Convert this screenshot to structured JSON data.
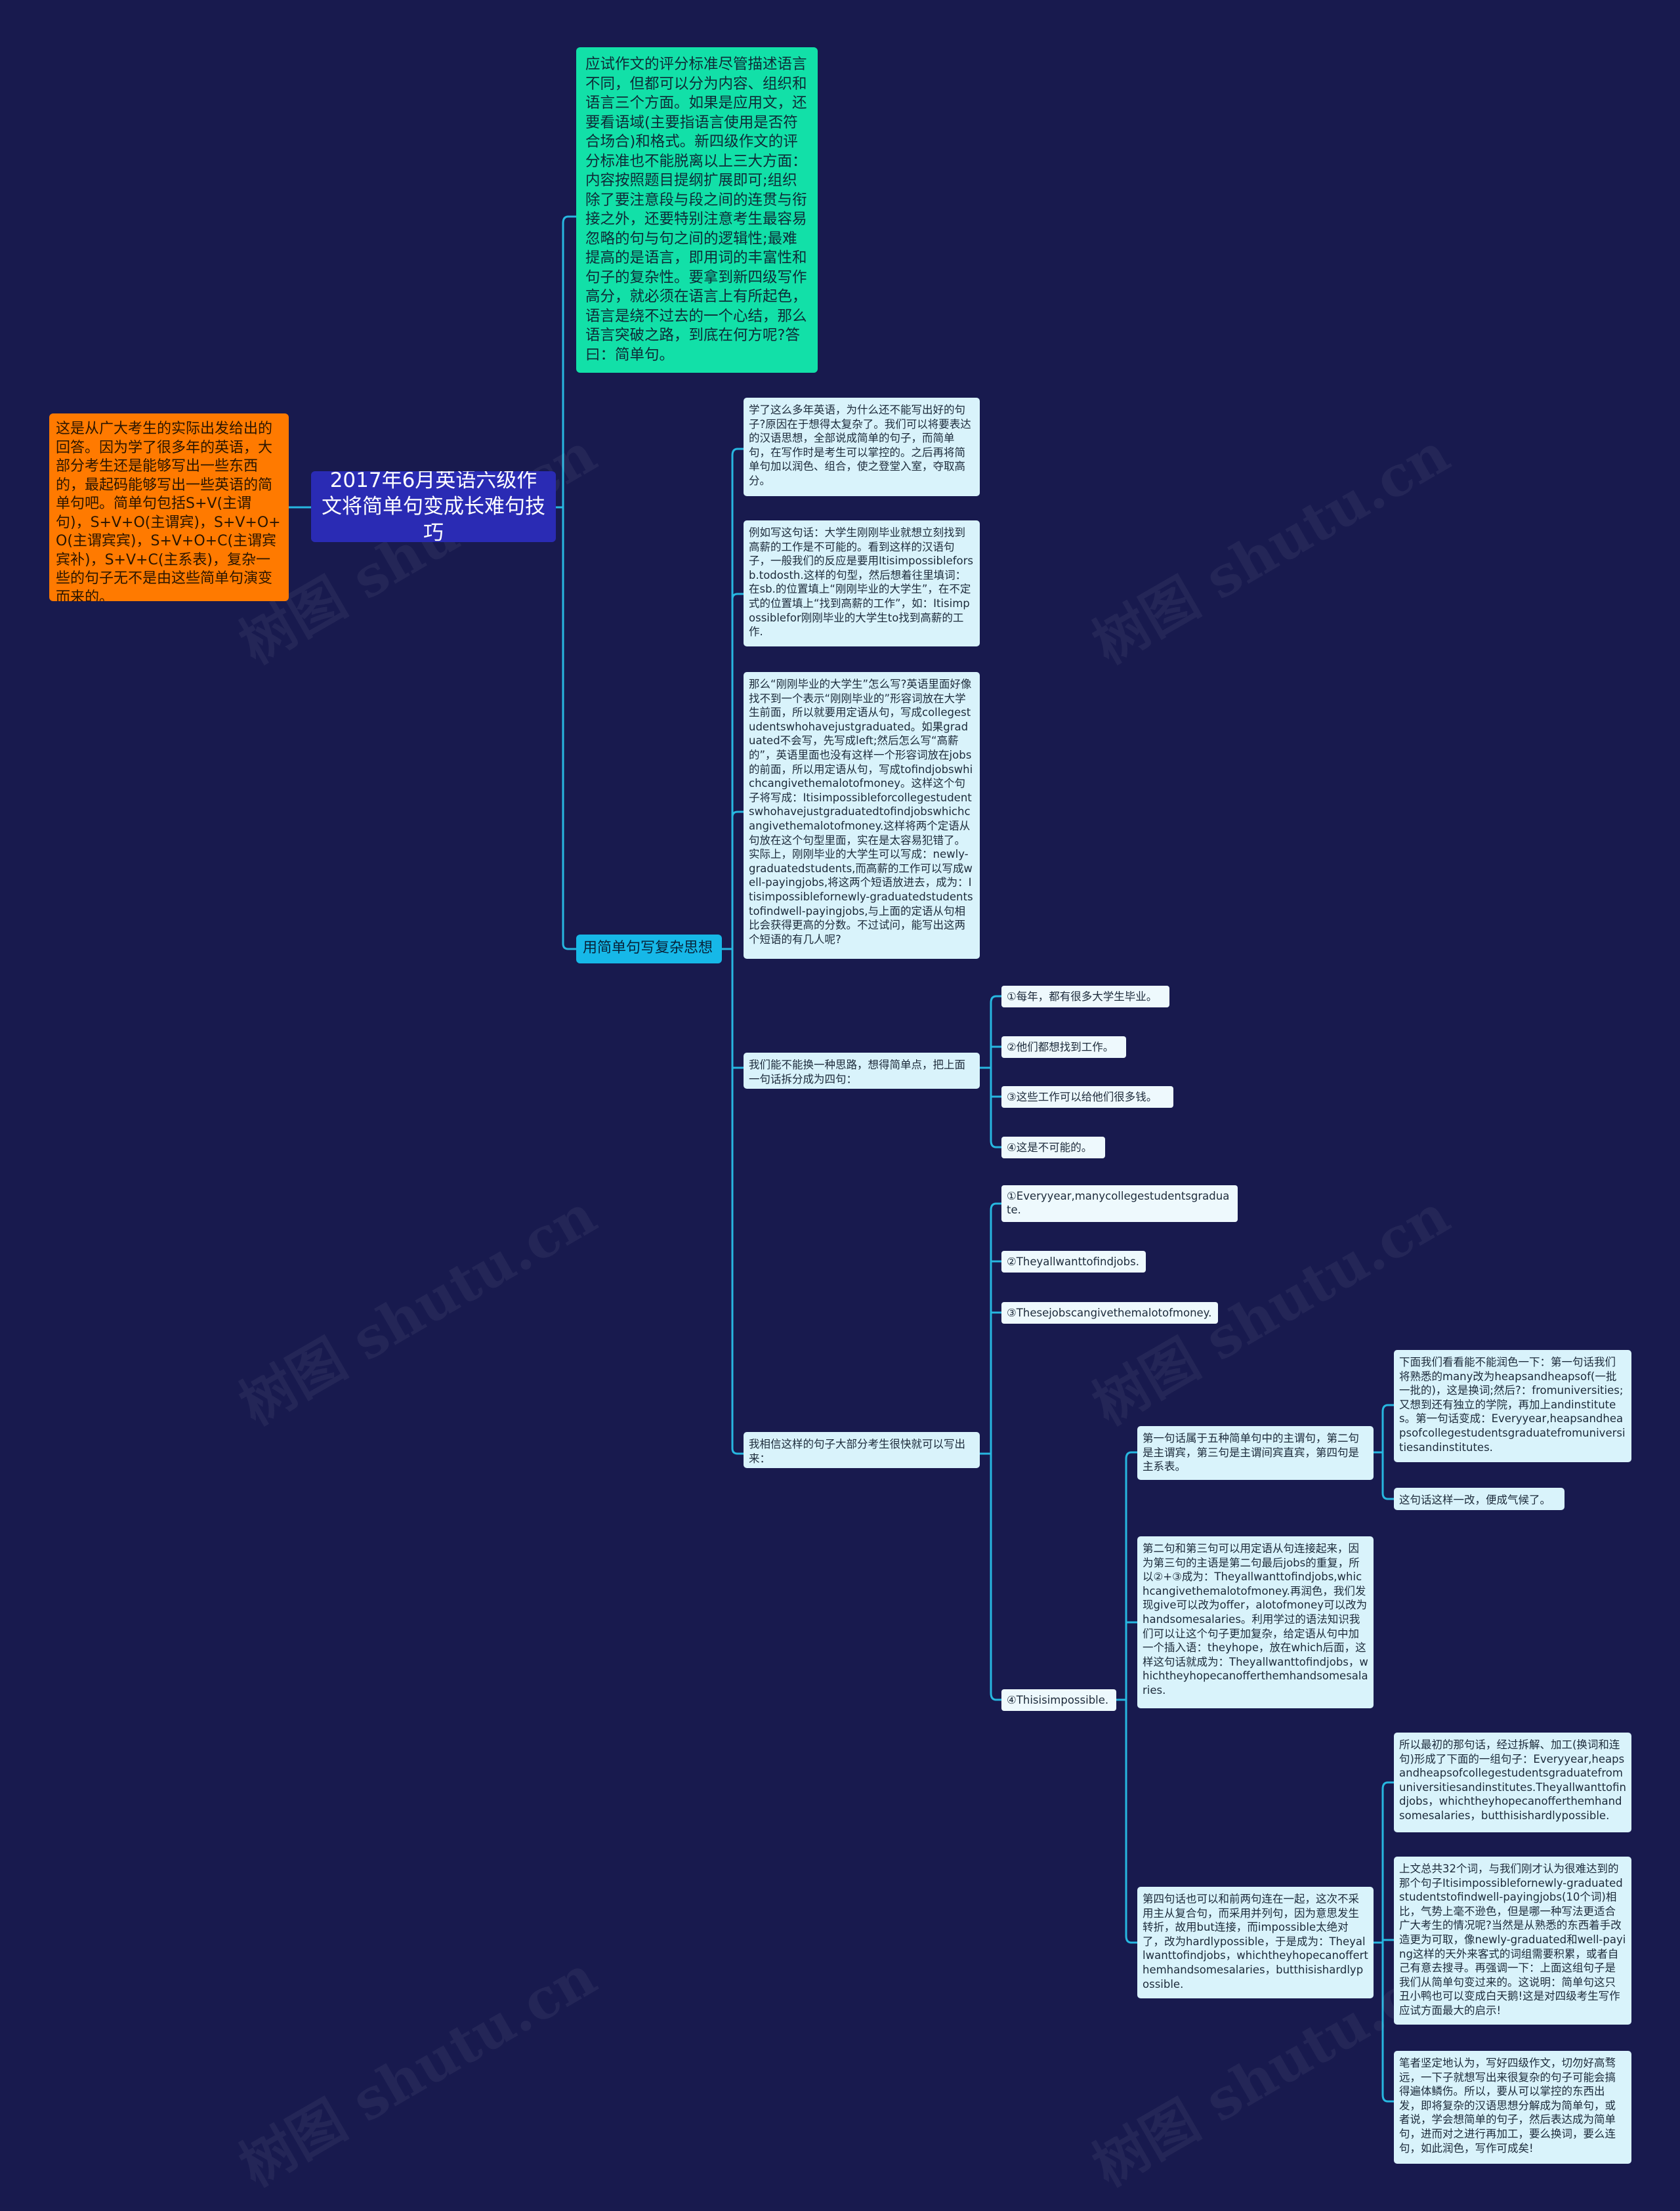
{
  "root": {
    "title": "2017年6月英语六级作文将简单句变成长难句技巧"
  },
  "left_note": {
    "text": "这是从广大考生的实际出发给出的回答。因为学了很多年的英语，大部分考生还是能够写出一些东西的，最起码能够写出一些英语的简单句吧。简单句包括S+V(主谓句)，S+V+O(主谓宾)，S+V+O+O(主谓宾宾)，S+V+O+C(主谓宾宾补)，S+V+C(主系表)，复杂一些的句子无不是由这些简单句演变而来的。"
  },
  "top_note": {
    "text": "应试作文的评分标准尽管描述语言不同，但都可以分为内容、组织和语言三个方面。如果是应用文，还要看语域(主要指语言使用是否符合场合)和格式。新四级作文的评分标准也不能脱离以上三大方面：内容按照题目提纲扩展即可;组织除了要注意段与段之间的连贯与衔接之外，还要特别注意考生最容易忽略的句与句之间的逻辑性;最难提高的是语言，即用词的丰富性和句子的复杂性。要拿到新四级写作高分，就必须在语言上有所起色，语言是绕不过去的一个心结，那么语言突破之路，到底在何方呢?答曰：简单句。"
  },
  "branch": {
    "label": "用简单句写复杂思想"
  },
  "sub_notes": [
    "学了这么多年英语，为什么还不能写出好的句子?原因在于想得太复杂了。我们可以将要表达的汉语思想，全部说成简单的句子，而简单句，在写作时是考生可以掌控的。之后再将简单句加以润色、组合，使之登堂入室，夺取高分。",
    "例如写这句话：大学生刚刚毕业就想立刻找到高薪的工作是不可能的。看到这样的汉语句子，一般我们的反应是要用Itisimpossibleforsb.todosth.这样的句型，然后想着往里填词：在sb.的位置填上“刚刚毕业的大学生”，在不定式的位置填上“找到高薪的工作”，如：Itisimpossiblefor刚刚毕业的大学生to找到高薪的工作.",
    "那么“刚刚毕业的大学生”怎么写?英语里面好像找不到一个表示“刚刚毕业的”形容词放在大学生前面，所以就要用定语从句，写成collegestudentswhohavejustgraduated。如果graduated不会写，先写成left;然后怎么写“高薪的”，英语里面也没有这样一个形容词放在jobs的前面，所以用定语从句，写成tofindjobswhichcangivethemalotofmoney。这样这个句子将写成：Itisimpossibleforcollegestudentswhohavejustgraduatedtofindjobswhichcangivethemalotofmoney.这样将两个定语从句放在这个句型里面，实在是太容易犯错了。实际上，刚刚毕业的大学生可以写成：newly-graduatedstudents,而高薪的工作可以写成well-payingjobs,将这两个短语放进去，成为：Itisimpossiblefornewly-graduatedstudentstofindwell-payingjobs,与上面的定语从句相比会获得更高的分数。不过试问，能写出这两个短语的有几人呢?",
    "我们能不能换一种思路，想得简单点，把上面一句话拆分成为四句：",
    "我相信这样的句子大部分考生很快就可以写出来："
  ],
  "chinese_split": [
    "①每年，都有很多大学生毕业。",
    "②他们都想找到工作。",
    "③这些工作可以给他们很多钱。",
    "④这是不可能的。"
  ],
  "english_split": [
    "①Everyyear,manycollegestudentsgraduate.",
    "②Theyallwanttofindjobs.",
    "③Thesejobscangivethemalotofmoney.",
    "④Thisisimpossible."
  ],
  "analysis": [
    "第一句话属于五种简单句中的主谓句，第二句是主谓宾，第三句是主谓间宾直宾，第四句是主系表。",
    "第二句和第三句可以用定语从句连接起来，因为第三句的主语是第二句最后jobs的重复，所以②+③成为：Theyallwanttofindjobs,whichcangivethemalotofmoney.再润色，我们发现give可以改为offer，alotofmoney可以改为handsomesalaries。利用学过的语法知识我们可以让这个句子更加复杂，给定语从句中加一个插入语：theyhope，放在which后面，这样这句话就成为：Theyallwanttofindjobs，whichtheyhopecanofferthemhandsomesalaries.",
    "第四句话也可以和前两句连在一起，这次不采用主从复合句，而采用并列句，因为意思发生转折，故用but连接，而impossible太绝对了，改为hardlypossible，于是成为：Theyallwanttofindjobs，whichtheyhopecanofferthemhandsomesalaries，butthisishardlypossible."
  ],
  "right_notes": [
    "下面我们看看能不能润色一下：第一句话我们将熟悉的many改为heapsandheapsof(一批一批的)，这是换词;然后?：fromuniversities;又想到还有独立的学院，再加上andinstitutes。第一句话变成：Everyyear,heapsandheapsofcollegestudentsgraduatefromuniversitiesandinstitutes.",
    "这句话这样一改，便成气候了。",
    "所以最初的那句话，经过拆解、加工(换词和连句)形成了下面的一组句子：Everyyear,heapsandheapsofcollegestudentsgraduatefromuniversitiesandinstitutes.Theyallwanttofindjobs，whichtheyhopecanofferthemhandsomesalaries，butthisishardlypossible.",
    "上文总共32个词，与我们刚才认为很难达到的那个句子Itisimpossiblefornewly-graduatedstudentstofindwell-payingjobs(10个词)相比，气势上毫不逊色，但是哪一种写法更适合广大考生的情况呢?当然是从熟悉的东西着手改造更为可取，像newly-graduated和well-paying这样的天外来客式的词组需要积累，或者自己有意去搜寻。再强调一下：上面这组句子是我们从简单句变过来的。这说明：简单句这只丑小鸭也可以变成白天鹅!这是对四级考生写作应试方面最大的启示!",
    "笔者坚定地认为，写好四级作文，切勿好高骛远，一下子就想写出来很复杂的句子可能会搞得遍体鳞伤。所以，要从可以掌控的东西出发，即将复杂的汉语思想分解成为简单句，或者说，学会想简单的句子，然后表达成为简单句，进而对之进行再加工，要么换词，要么连句，如此润色，写作可成矣!"
  ],
  "watermark": {
    "text": "树图 shutu.cn"
  },
  "colors": {
    "background": "#181a4e",
    "root": "#2a2bb4",
    "orange": "#ff7a00",
    "green": "#12e0a8",
    "branch": "#16b8e8",
    "note": "#d9f3fb",
    "connector": "#27b7e0"
  }
}
